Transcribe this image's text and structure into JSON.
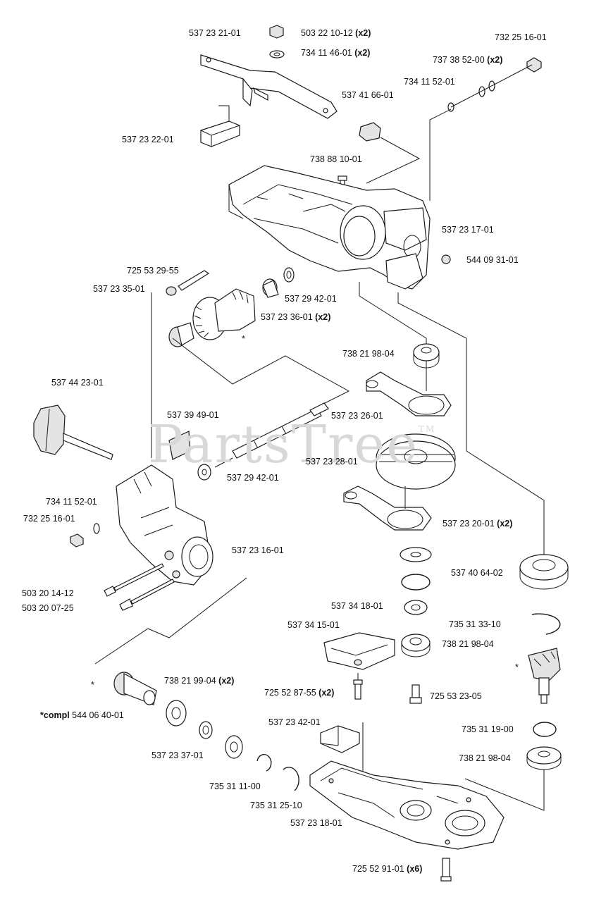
{
  "watermark": {
    "text": "PartsTree",
    "mark": "TM"
  },
  "labels": [
    {
      "id": "p537232101",
      "text": "537 23 21-01",
      "qty": ""
    },
    {
      "id": "p503221012",
      "text": "503 22 10-12",
      "qty": "(x2)"
    },
    {
      "id": "p734114601",
      "text": "734 11 46-01",
      "qty": "(x2)"
    },
    {
      "id": "p732251601a",
      "text": "732 25 16-01",
      "qty": ""
    },
    {
      "id": "p737385200",
      "text": "737 38 52-00",
      "qty": "(x2)"
    },
    {
      "id": "p734115201a",
      "text": "734 11 52-01",
      "qty": ""
    },
    {
      "id": "p537416601",
      "text": "537 41 66-01",
      "qty": ""
    },
    {
      "id": "p537232201",
      "text": "537 23 22-01",
      "qty": ""
    },
    {
      "id": "p738881001",
      "text": "738 88 10-01",
      "qty": ""
    },
    {
      "id": "p537231701",
      "text": "537 23 17-01",
      "qty": ""
    },
    {
      "id": "p544093101",
      "text": "544 09 31-01",
      "qty": ""
    },
    {
      "id": "p725532955",
      "text": "725 53 29-55",
      "qty": ""
    },
    {
      "id": "p537233501",
      "text": "537 23 35-01",
      "qty": ""
    },
    {
      "id": "p537294201a",
      "text": "537 29 42-01",
      "qty": ""
    },
    {
      "id": "p537233601",
      "text": "537 23 36-01",
      "qty": "(x2)"
    },
    {
      "id": "p738219804a",
      "text": "738 21 98-04",
      "qty": ""
    },
    {
      "id": "p537442301",
      "text": "537 44 23-01",
      "qty": ""
    },
    {
      "id": "p537394901",
      "text": "537 39 49-01",
      "qty": ""
    },
    {
      "id": "p537232601",
      "text": "537 23 26-01",
      "qty": ""
    },
    {
      "id": "p537232801",
      "text": "537 23 28-01",
      "qty": ""
    },
    {
      "id": "p537294201b",
      "text": "537 29 42-01",
      "qty": ""
    },
    {
      "id": "p734115201b",
      "text": "734 11 52-01",
      "qty": ""
    },
    {
      "id": "p537232001",
      "text": "537 23 20-01",
      "qty": "(x2)"
    },
    {
      "id": "p732251601b",
      "text": "732 25 16-01",
      "qty": ""
    },
    {
      "id": "p537231601",
      "text": "537 23 16-01",
      "qty": ""
    },
    {
      "id": "p537406402",
      "text": "537 40 64-02",
      "qty": ""
    },
    {
      "id": "p503201412",
      "text": "503 20 14-12",
      "qty": ""
    },
    {
      "id": "p503200725",
      "text": "503 20 07-25",
      "qty": ""
    },
    {
      "id": "p537341801",
      "text": "537 34 18-01",
      "qty": ""
    },
    {
      "id": "p735313310",
      "text": "735 31 33-10",
      "qty": ""
    },
    {
      "id": "p537341501",
      "text": "537 34 15-01",
      "qty": ""
    },
    {
      "id": "p738219804b",
      "text": "738 21 98-04",
      "qty": ""
    },
    {
      "id": "p738219904",
      "text": "738 21 99-04",
      "qty": "(x2)"
    },
    {
      "id": "p725528755",
      "text": "725 52 87-55",
      "qty": "(x2)"
    },
    {
      "id": "p725532305",
      "text": "725 53 23-05",
      "qty": ""
    },
    {
      "id": "p544064001",
      "text": "544 06 40-01",
      "qty": "",
      "prefix": "*compl"
    },
    {
      "id": "p537234201",
      "text": "537 23 42-01",
      "qty": ""
    },
    {
      "id": "p735311900",
      "text": "735 31 19-00",
      "qty": ""
    },
    {
      "id": "p537233701",
      "text": "537 23 37-01",
      "qty": ""
    },
    {
      "id": "p738219804c",
      "text": "738 21 98-04",
      "qty": ""
    },
    {
      "id": "p735311100",
      "text": "735 31 11-00",
      "qty": ""
    },
    {
      "id": "p735312510",
      "text": "735 31 25-10",
      "qty": ""
    },
    {
      "id": "p537231801",
      "text": "537 23 18-01",
      "qty": ""
    },
    {
      "id": "p725529101",
      "text": "725 52 91-01",
      "qty": "(x6)"
    }
  ],
  "asterisks": [
    "*",
    "*",
    "*"
  ]
}
